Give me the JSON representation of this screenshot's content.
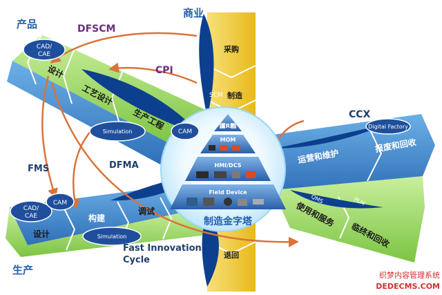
{
  "labels": {
    "product": "产品",
    "commerce": "商业",
    "production": "生产",
    "dfscm": "DFSCM",
    "cpi": "CPI",
    "ccx": "CCX",
    "fms": "FMS",
    "dfma": "DFMA",
    "fast_innovation_1": "Fast Innovation",
    "fast_innovation_2": "Cycle"
  },
  "product_band": {
    "cad_cae_1": "CAD/",
    "cad_cae_2": "CAE",
    "design": "设计",
    "process_design": "工艺设计",
    "production_eng": "生产工程",
    "simulation": "Simulation",
    "cam": "CAM"
  },
  "commerce_band": {
    "purchase": "采购",
    "scm": "SCM",
    "manufacture": "制造",
    "return": "退回"
  },
  "ccx_band": {
    "digital_factory": "Digital Factory",
    "ops": "运营和维护",
    "scrap": "报废和回收",
    "qms": "QMS",
    "plm": "PLM",
    "use_service": "使用和服务",
    "end_recycle": "临终和回收"
  },
  "production_band": {
    "cad_cae_1": "CAD/",
    "cad_cae_2": "CAE",
    "cam": "CAM",
    "design": "设计",
    "build": "构建",
    "debug": "调试",
    "simulation": "Simulation"
  },
  "pyramid": {
    "erp": "ERP",
    "mom": "MOM",
    "hmi": "HMI/DCS",
    "field": "Field Device",
    "title": "制造金字塔"
  },
  "watermark": {
    "line1": "织梦内容管理系统",
    "line2": "DEDECMS.COM"
  },
  "colors": {
    "band_green": "#9fd86a",
    "band_blue": "#3f86c9",
    "band_yellow": "#f3d037",
    "navy": "#0d3f8f",
    "arrow": "#d9733a",
    "label_blue": "#1f5fae"
  }
}
